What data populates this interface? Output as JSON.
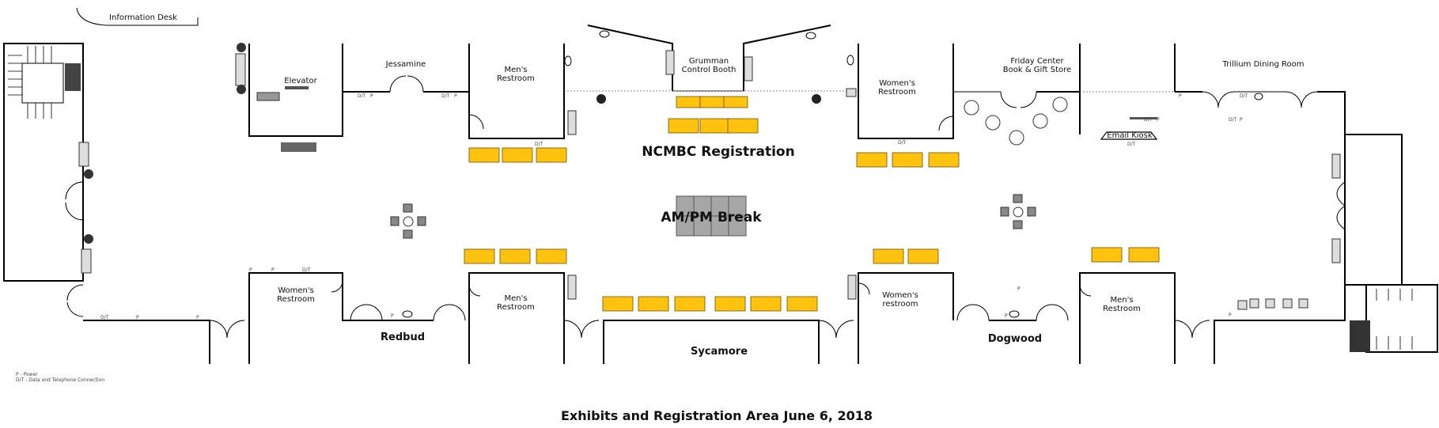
{
  "rooms": {
    "information_desk": "Information Desk",
    "elevator": "Elevator",
    "jessamine": "Jessamine",
    "mens_restroom": "Men's Restroom",
    "grumman": "Grumman Control Booth",
    "womens_restroom_upper": "Women's Restroom",
    "friday_center": "Friday Center Book & Gift Store",
    "trillium": "Trillium Dining Room",
    "email_kiosk": "Email Kiosk",
    "womens_restroom_lower_left": "Women's Restroom",
    "redbud": "Redbud",
    "mens_restroom_lower": "Men's Restroom",
    "sycamore": "Sycamore",
    "womens_restroom_lower_right": "Women's restroom",
    "dogwood": "Dogwood",
    "mens_restroom_lower_right": "Men's Restroom"
  },
  "areas": {
    "registration": "NCMBC Registration",
    "break": "AM/PM Break"
  },
  "marks": {
    "power": "P",
    "data_tel": "D/T"
  },
  "legend": {
    "power": "P - Power",
    "data": "D/T - Data and Telephone Connection"
  },
  "title": "Exhibits and Registration Area June 6, 2018",
  "colors": {
    "exhibit_table": "#ffc20e",
    "break_table": "#a6a6a6"
  }
}
